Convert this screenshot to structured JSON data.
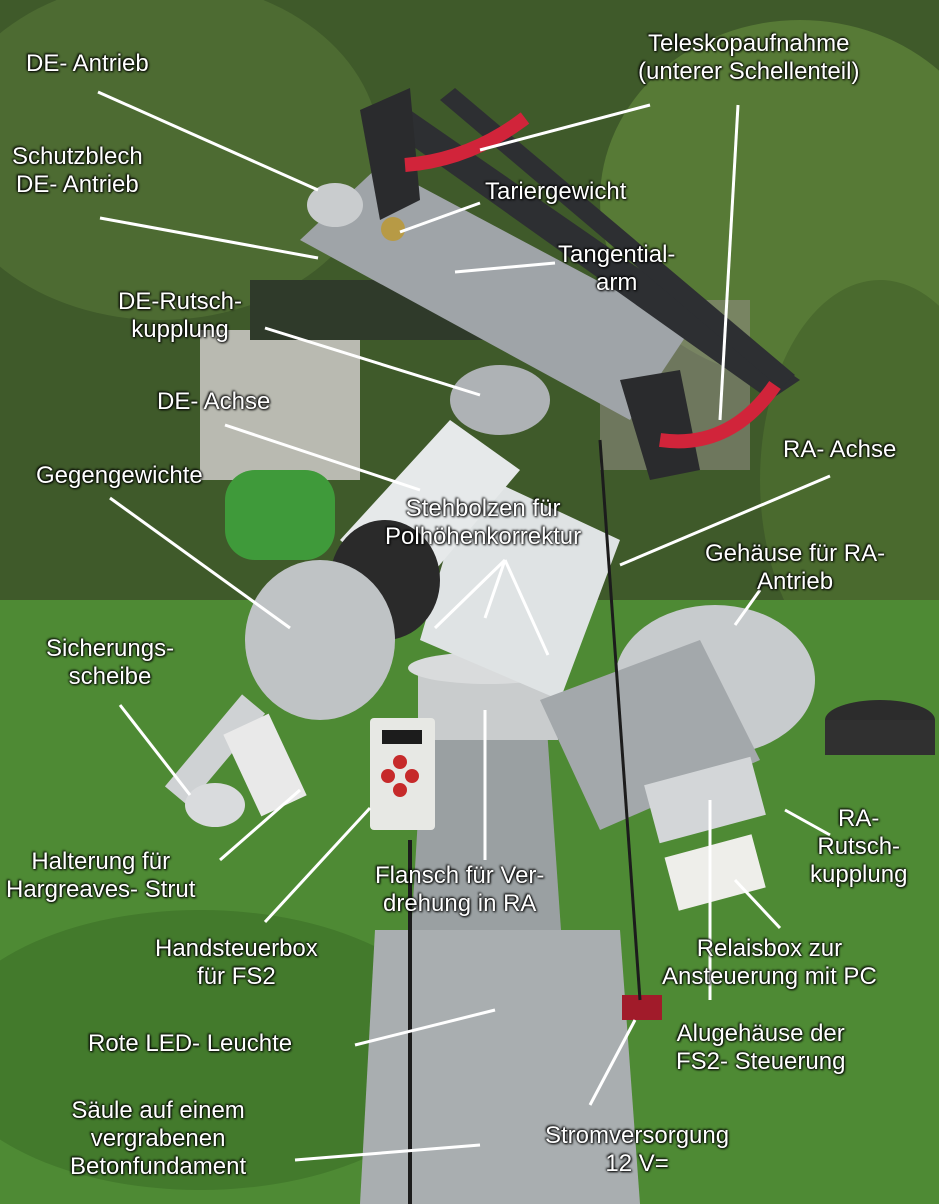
{
  "colors": {
    "foliage": "#3f5a2a",
    "grass": "#4e8a34",
    "mount_white": "#e6e9ea",
    "aluminium": "#b8bcc0",
    "dark_bar": "#2d2f32",
    "red_pad": "#d1243a",
    "label": "#ffffff"
  },
  "labels": {
    "de_drive": "DE- Antrieb",
    "de_guard_1": "Schutzblech",
    "de_guard_2": "DE- Antrieb",
    "tube_mount_1": "Teleskopaufnahme",
    "tube_mount_2": "(unterer Schellenteil)",
    "tare_weight": "Tariergewicht",
    "tangent_arm_1": "Tangential-",
    "tangent_arm_2": "arm",
    "de_clutch_1": "DE-Rutsch-",
    "de_clutch_2": "kupplung",
    "de_axis": "DE- Achse",
    "counterweights": "Gegengewichte",
    "ra_axis": "RA- Achse",
    "studs_1": "Stehbolzen für",
    "studs_2": "Polhöhenkorrektur",
    "ra_housing_1": "Gehäuse für RA-",
    "ra_housing_2": "Antrieb",
    "safety_disc_1": "Sicherungs-",
    "safety_disc_2": "scheibe",
    "ra_clutch_1": "RA-",
    "ra_clutch_2": "Rutsch-",
    "ra_clutch_3": "kupplung",
    "holder_1": "Halterung für",
    "holder_2": "Hargreaves- Strut",
    "flange_1": "Flansch für Ver-",
    "flange_2": "drehung in RA",
    "handbox_1": "Handsteuerbox",
    "handbox_2": "für FS2",
    "relay_1": "Relaisbox zur",
    "relay_2": "Ansteuerung mit PC",
    "red_led": "Rote LED- Leuchte",
    "alu_housing_1": "Alugehäuse der",
    "alu_housing_2": "FS2- Steuerung",
    "pillar_1": "Säule auf einem",
    "pillar_2": "vergrabenen",
    "pillar_3": "Betonfundament",
    "power_1": "Stromversorgung",
    "power_2": "12 V="
  }
}
